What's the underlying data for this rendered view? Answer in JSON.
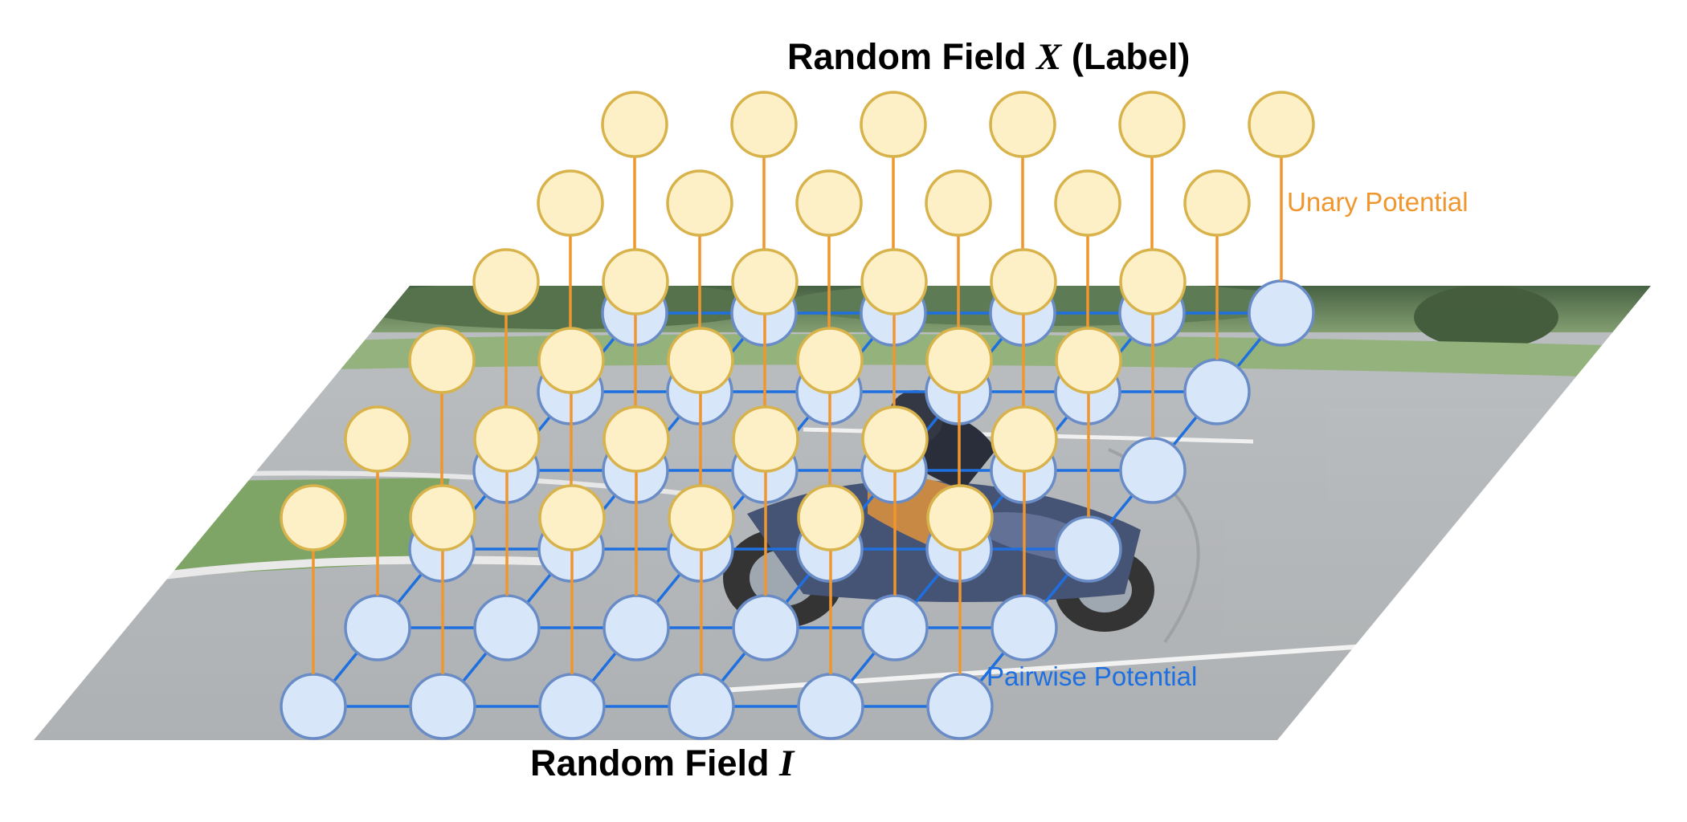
{
  "title_top": {
    "prefix": "Random Field ",
    "variable": "X",
    "suffix": " (Label)"
  },
  "title_bottom": {
    "prefix": "Random Field ",
    "variable": "I"
  },
  "labels": {
    "unary": "Unary Potential",
    "pairwise": "Pairwise Potential"
  },
  "colors": {
    "label_node_fill": "#fdf0c6",
    "label_node_stroke": "#d8b24a",
    "image_node_fill": "#d7e6f8",
    "image_node_stroke": "#6a8cc6",
    "pairwise_edge": "#1e6fe0",
    "unary_edge": "#f0962e",
    "unary_text": "#f0962e",
    "pairwise_text": "#1e6fe0"
  },
  "background_icon": "motorcycle-on-track-photo",
  "grid": {
    "rows": 6,
    "cols": 6
  }
}
